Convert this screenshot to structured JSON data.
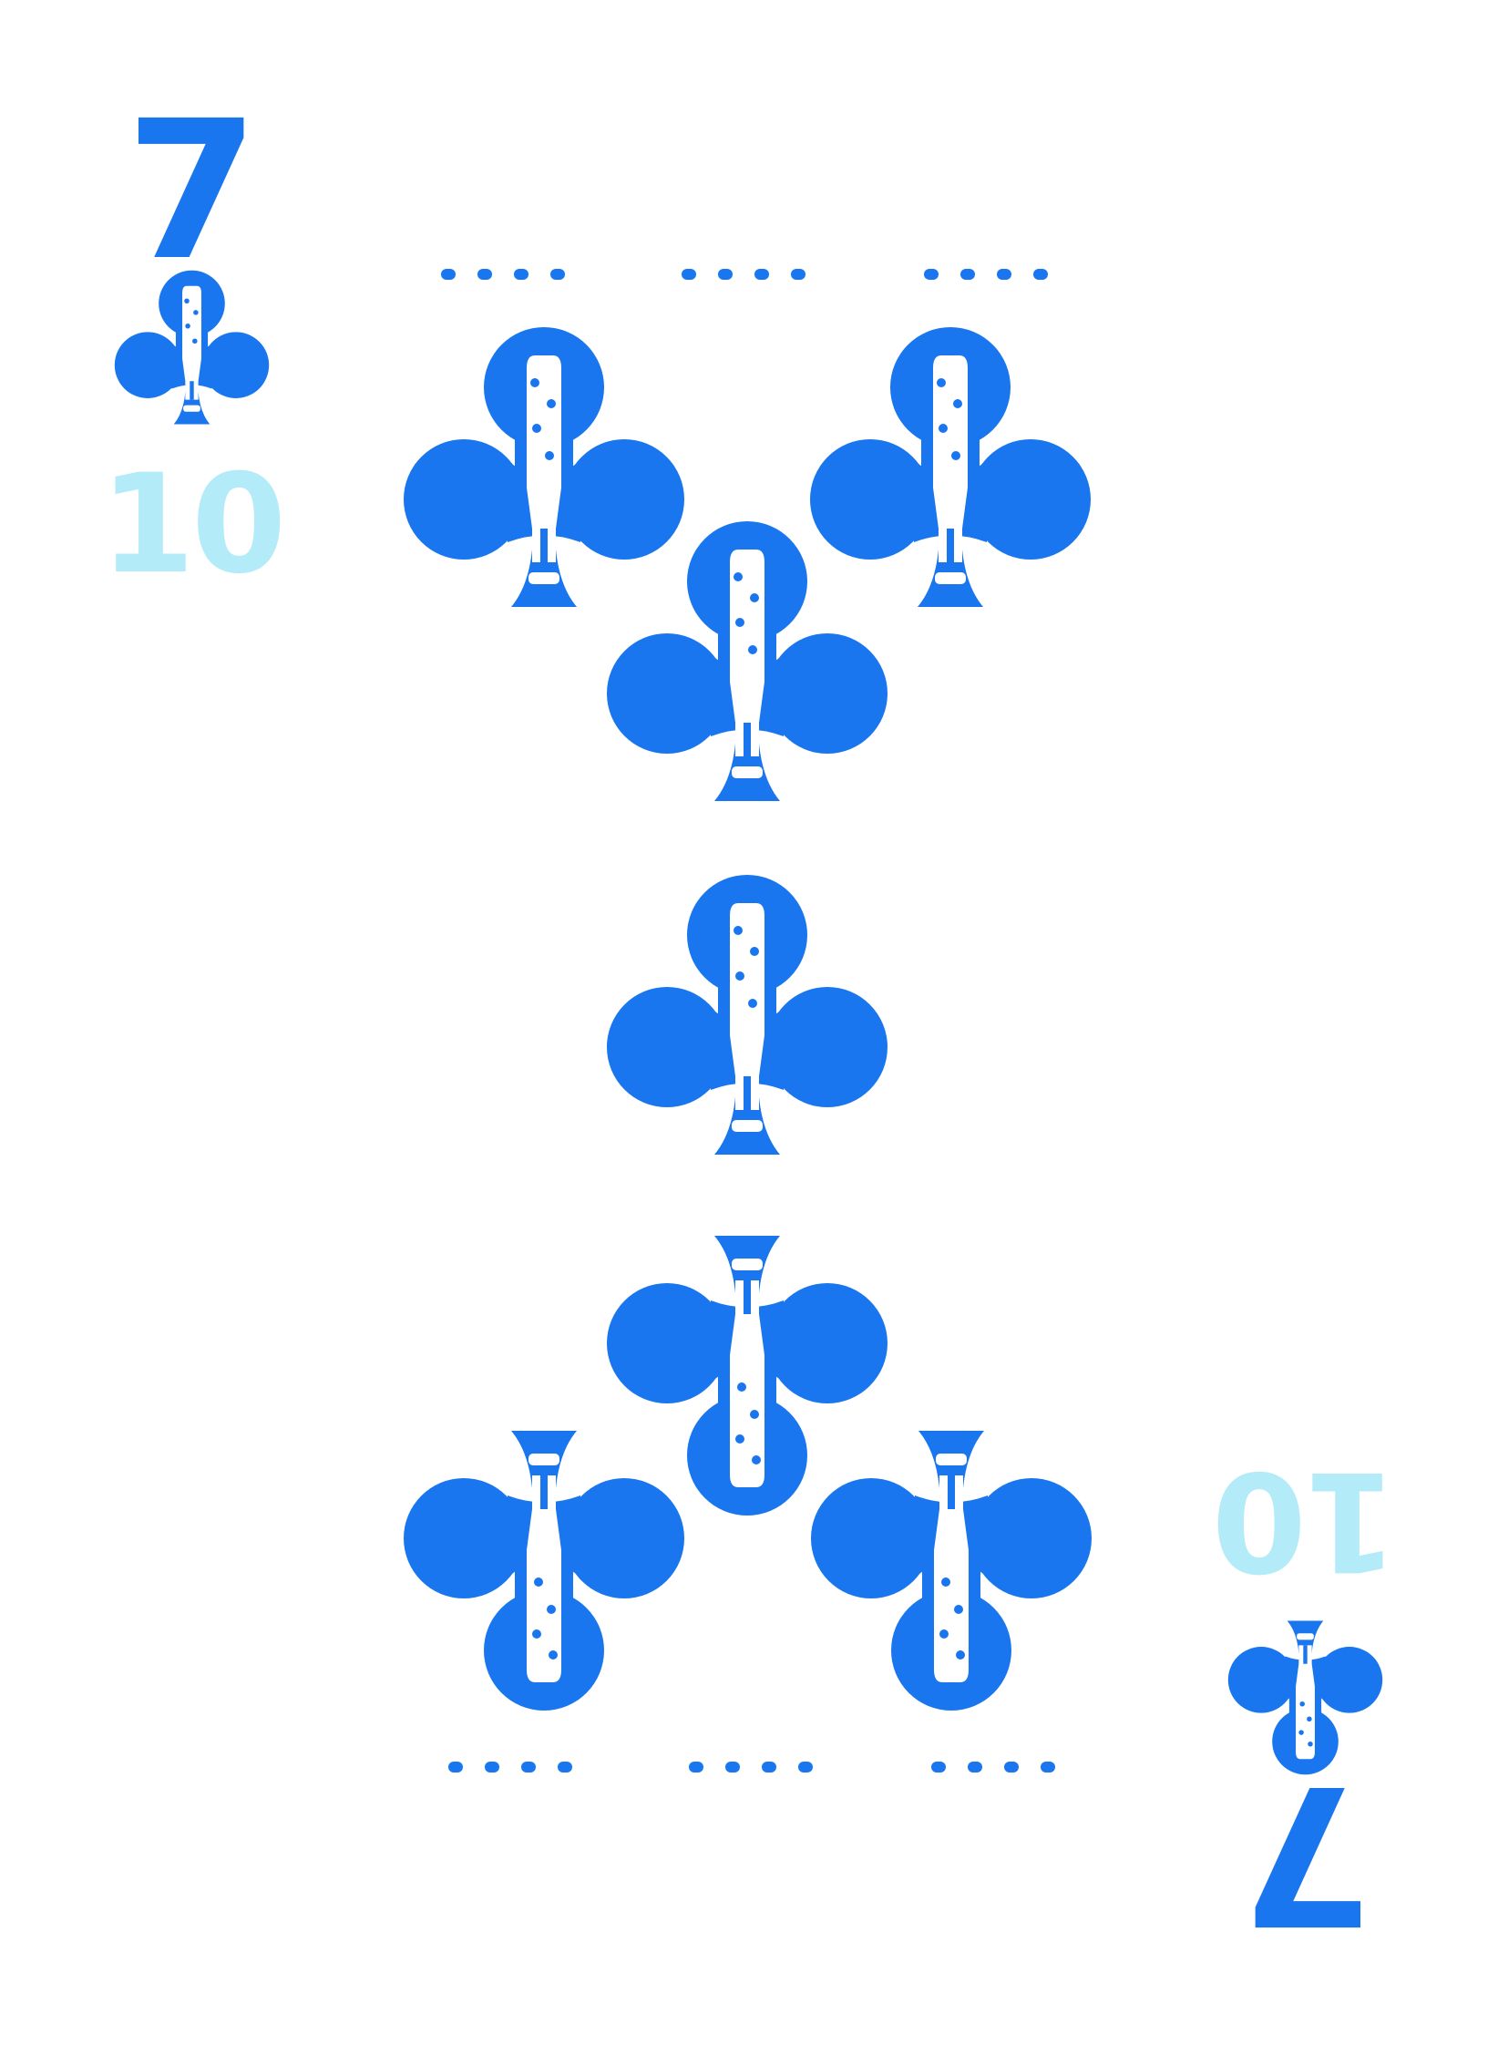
{
  "card": {
    "rank": "7",
    "suit": "clubs",
    "secondary_label": "10",
    "pip_icon": "club-with-bottle-icon",
    "colors": {
      "background": "#ffffff",
      "primary": "#1976ee",
      "secondary": "#b3ecf8"
    }
  }
}
